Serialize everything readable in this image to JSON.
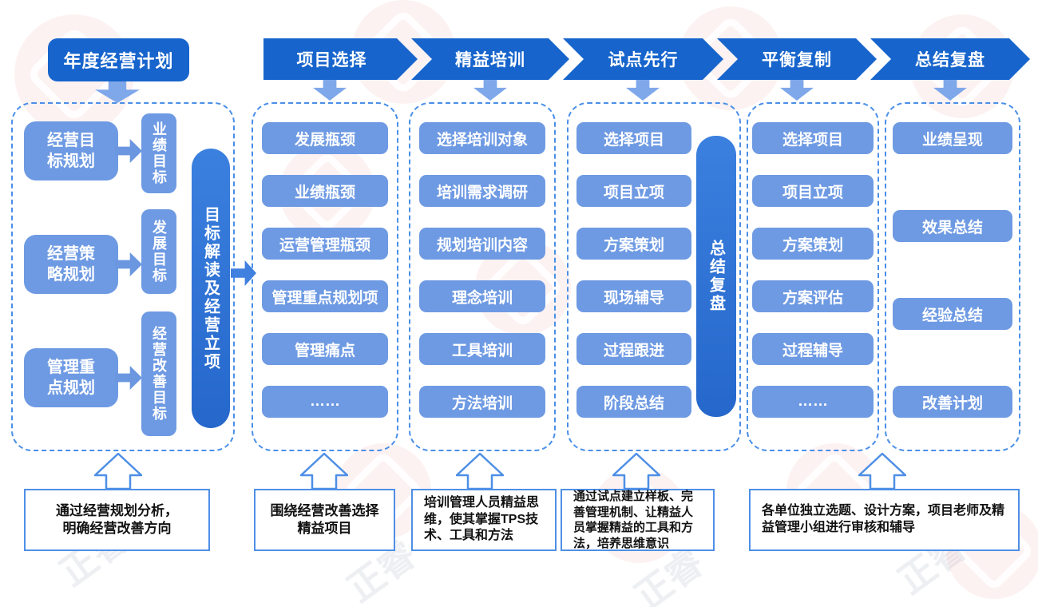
{
  "watermark": {
    "text": "正睿"
  },
  "header": {
    "plan_label": "年度经营计划",
    "stages": [
      "项目选择",
      "精益培训",
      "试点先行",
      "平衡复制",
      "总结复盘"
    ]
  },
  "planning": {
    "bar_label": "目标解读及经营立项",
    "rows": [
      {
        "source": "经营目标规划",
        "target": "业绩目标"
      },
      {
        "source": "经营策略规划",
        "target": "发展目标"
      },
      {
        "source": "管理重点规划",
        "target": "经营改善目标"
      }
    ]
  },
  "columns": [
    {
      "items": [
        "发展瓶颈",
        "业绩瓶颈",
        "运营管理瓶颈",
        "管理重点规划项",
        "管理痛点",
        "……"
      ]
    },
    {
      "items": [
        "选择培训对象",
        "培训需求调研",
        "规划培训内容",
        "理念培训",
        "工具培训",
        "方法培训"
      ]
    },
    {
      "items": [
        "选择项目",
        "项目立项",
        "方案策划",
        "现场辅导",
        "过程跟进",
        "阶段总结"
      ],
      "bar_label": "总结复盘"
    },
    {
      "items": [
        "选择项目",
        "项目立项",
        "方案策划",
        "方案评估",
        "过程辅导",
        "……"
      ]
    },
    {
      "items": [
        "业绩呈现",
        "效果总结",
        "经验总结",
        "改善计划"
      ]
    }
  ],
  "notes": [
    "通过经营规划分析，\n明确经营改善方向",
    "围绕经营改善选择\n精益项目",
    "培训管理人员精益思维，使其掌握TPS技术、工具和方法",
    "通过试点建立样板、完善管理机制、让精益人员掌握精益的工具和方法，培养思维意识",
    "各单位独立选题、设计方案，项目老师及精益管理小组进行审核和辅导"
  ],
  "colors": {
    "primary_blue": "#1765CC",
    "item_blue": "#6E9AE3",
    "bar_blue": "#2F74D7",
    "outline_blue": "#4A8FE8",
    "note_border_blue": "#4E8FE6",
    "light_arrow_blue": "#7FA8EA"
  }
}
